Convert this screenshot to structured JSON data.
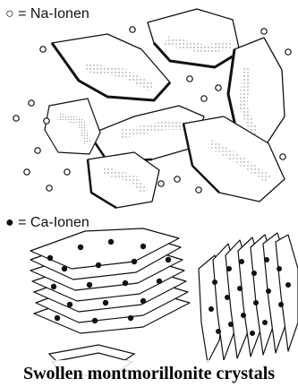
{
  "legend": {
    "na_symbol": "○",
    "na_text": "= Na-Ionen",
    "ca_symbol": "●",
    "ca_text": "= Ca-Ionen"
  },
  "caption": "Swollen montmorillonite crystals",
  "colors": {
    "ink": "#111111",
    "background": "#ffffff"
  }
}
